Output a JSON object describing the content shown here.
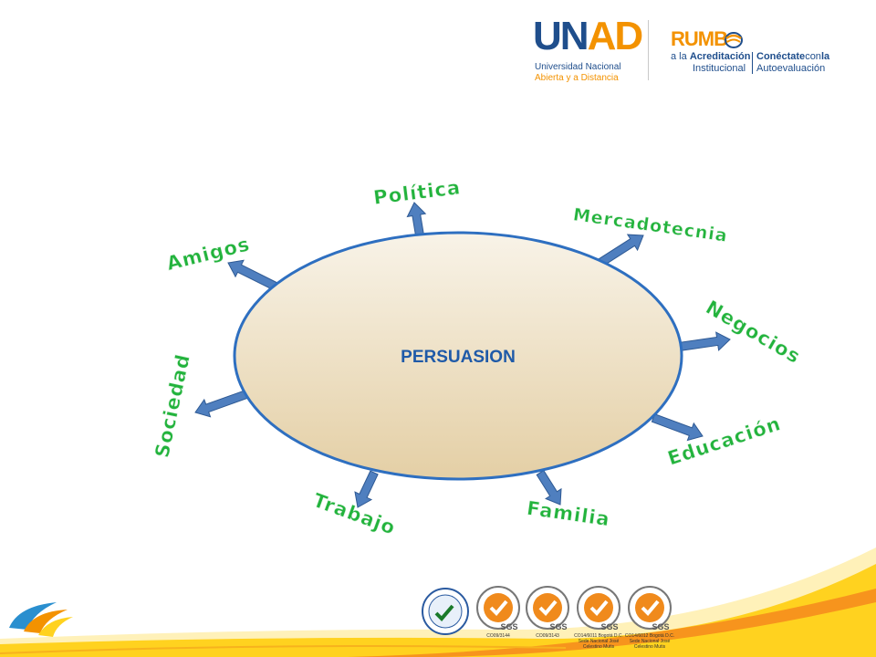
{
  "header": {
    "unad_logo": {
      "acronym": "UNAD",
      "line1": "Universidad Nacional",
      "line2": "Abierta y a Distancia"
    },
    "rumbo_logo": {
      "word": "RUMB",
      "line1_prefix": "a la",
      "line1_bold": "Acreditación",
      "line2": "Institucional",
      "tagline_bold": "Conéctate",
      "tagline_con": "con",
      "tagline_la": "la",
      "tagline_line2": "Autoevaluación"
    }
  },
  "diagram": {
    "center_label": "PERSUASION",
    "colors": {
      "ellipse_fill_top": "#f8f3e8",
      "ellipse_fill_bottom": "#e4cfa5",
      "ellipse_stroke": "#2e6fc0",
      "arrow_fill": "#4f7fbf",
      "arrow_stroke": "#2f5a94",
      "label_green": "#22b33c",
      "center_text": "#1f5aa8"
    },
    "branches": [
      {
        "label": "Política"
      },
      {
        "label": "Mercadotecnia"
      },
      {
        "label": "Negocios"
      },
      {
        "label": "Educación"
      },
      {
        "label": "Familia"
      },
      {
        "label": "Trabajo"
      },
      {
        "label": "Sociedad"
      },
      {
        "label": "Amigos"
      }
    ]
  },
  "footer": {
    "certifications": [
      {
        "code": "SGS"
      },
      {
        "code": "SGS"
      },
      {
        "code": "SGS"
      },
      {
        "code": "SGS"
      }
    ],
    "cert_captions": [
      "CO09/3144",
      "CO09/3143",
      "CO14/6011 Bogotá D.C. Sede Nacional José Celestino Mutis",
      "CO14/6012 Bogotá D.C. Sede Nacional José Celestino Mutis"
    ],
    "colors": {
      "wave_yellow": "#ffd21f",
      "wave_orange": "#f7941d",
      "cert_orange": "#f08a1c"
    }
  }
}
